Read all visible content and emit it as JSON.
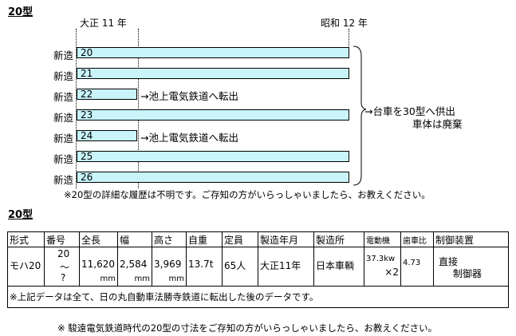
{
  "section1": {
    "title": "20型"
  },
  "timeline": {
    "start_label": "大正 11 年",
    "end_label": "昭和 12 年"
  },
  "rows": [
    {
      "label": "新造",
      "number": "20",
      "note": ""
    },
    {
      "label": "新造",
      "number": "21",
      "note": ""
    },
    {
      "label": "新造",
      "number": "22",
      "note": "→池上電気鉄道へ転出"
    },
    {
      "label": "新造",
      "number": "23",
      "note": ""
    },
    {
      "label": "新造",
      "number": "24",
      "note": "→池上電気鉄道へ転出"
    },
    {
      "label": "新造",
      "number": "25",
      "note": ""
    },
    {
      "label": "新造",
      "number": "26",
      "note": ""
    }
  ],
  "outcome": {
    "line1": "→台車を30型へ供出",
    "line2": "車体は廃棄"
  },
  "note1": "※20型の詳細な履歴は不明です。ご存知の方がいらっしゃいましたら、お教えください。",
  "section2": {
    "title": "20型"
  },
  "spec": {
    "headers": [
      "形式",
      "番号",
      "全長",
      "幅",
      "高さ",
      "自重",
      "定員",
      "製造年月",
      "製造所",
      "電動機",
      "歯車比",
      "制御装置"
    ],
    "row": {
      "model": "モハ20",
      "number_top": "20",
      "number_mid": "～",
      "number_bottom": "?",
      "length": "11,620",
      "width": "2,584",
      "height": "3,969",
      "unit": "mm",
      "weight": "13.7t",
      "capacity": "65人",
      "built": "大正11年",
      "maker": "日本車輌",
      "motor_power": "37.3kw",
      "motor_count": "×2",
      "gear_ratio": "4.73",
      "control_1": "直接",
      "control_2": "制御器"
    },
    "footnote": "※上記データは全て、日の丸自動車法勝寺鉄道に転出した後のデータです。"
  },
  "note2": "※ 駿遠電気鉄道時代の20型の寸法をご存知の方がいらっしゃいましたら、お教えください。"
}
